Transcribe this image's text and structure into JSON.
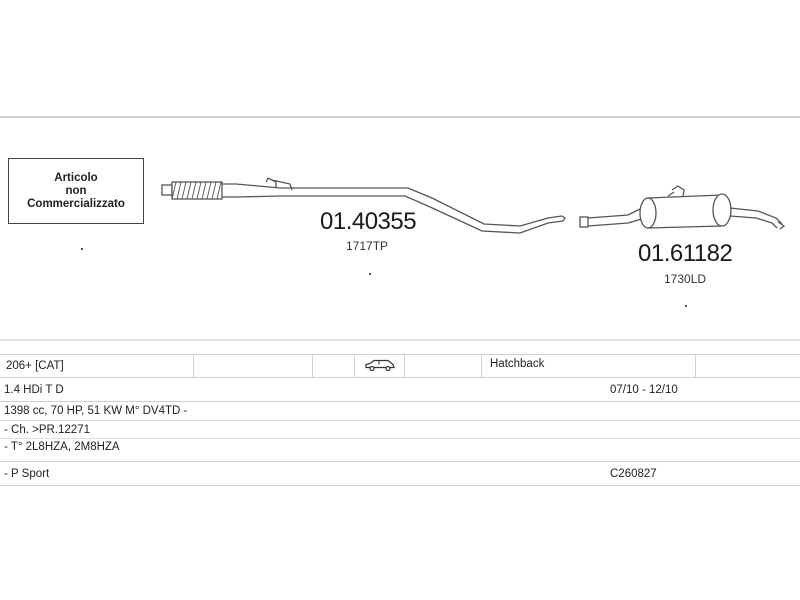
{
  "diagram": {
    "note": [
      "Articolo",
      "non",
      "Commercializzato"
    ],
    "parts": [
      {
        "code": "01.40355",
        "ref": "1717TP"
      },
      {
        "code": "01.61182",
        "ref": "1730LD"
      }
    ]
  },
  "vehicle": {
    "model": "206+  [CAT]",
    "body_icon": "car-icon",
    "body_type": "Hatchback",
    "engine": "1.4 HDi T D",
    "production": "07/10 - 12/10",
    "specs": "1398 cc, 70 HP, 51 KW M° DV4TD -",
    "chassis": "- Ch. >PR.12271",
    "engine_codes": "- T° 2L8HZA, 2M8HZA",
    "trim": "- P Sport",
    "catalog_code": "C260827"
  }
}
